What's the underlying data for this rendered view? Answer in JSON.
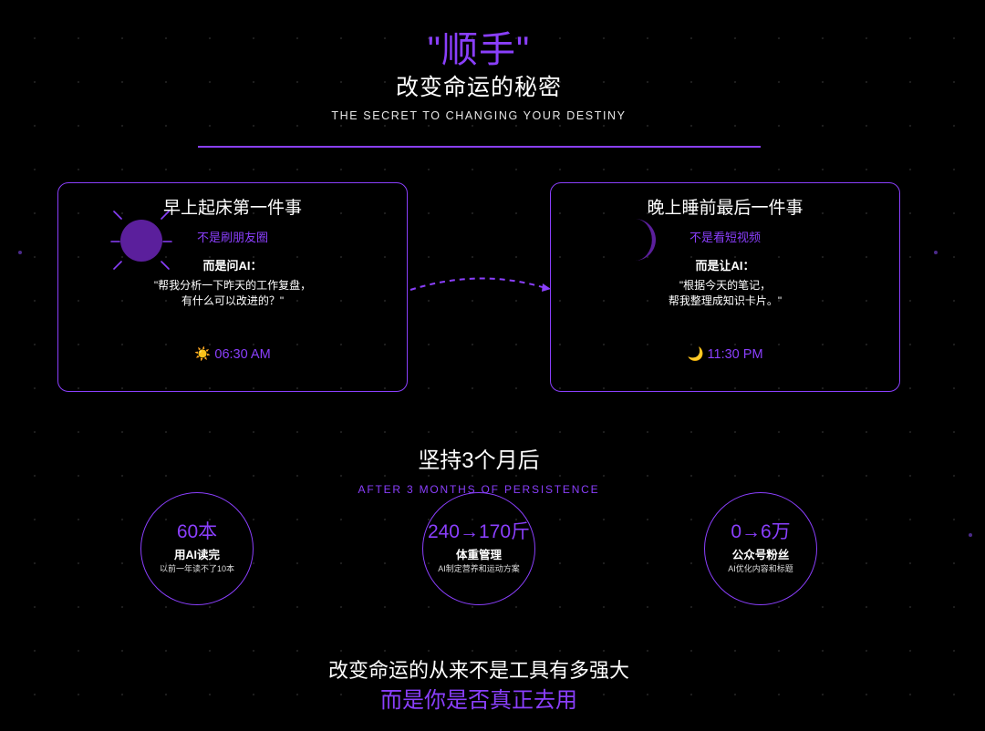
{
  "header": {
    "quote_title": "\"顺手\"",
    "main_title": "改变命运的秘密",
    "subtitle_en": "THE SECRET TO CHANGING YOUR DESTINY"
  },
  "cards": {
    "morning": {
      "title": "早上起床第一件事",
      "not_text": "不是刷朋友圈",
      "but_text": "而是问AI：",
      "quote_line1": "\"帮我分析一下昨天的工作复盘，",
      "quote_line2": "有什么可以改进的？\"",
      "time_icon": "☀️",
      "time": "06:30 AM"
    },
    "night": {
      "title": "晚上睡前最后一件事",
      "not_text": "不是看短视频",
      "but_text": "而是让AI：",
      "quote_line1": "\"根据今天的笔记，",
      "quote_line2": "帮我整理成知识卡片。\"",
      "time_icon": "🌙",
      "time": "11:30 PM"
    }
  },
  "after": {
    "title": "坚持3个月后",
    "subtitle_en": "AFTER 3 MONTHS OF PERSISTENCE"
  },
  "stats": [
    {
      "big": "60本",
      "label": "用AI读完",
      "sub": "以前一年读不了10本"
    },
    {
      "big": "240→170斤",
      "label": "体重管理",
      "sub": "AI制定营养和运动方案"
    },
    {
      "big": "0→6万",
      "label": "公众号粉丝",
      "sub": "AI优化内容和标题"
    }
  ],
  "closing": {
    "line1": "改变命运的从来不是工具有多强大",
    "line2": "而是你是否真正去用"
  },
  "colors": {
    "accent": "#8a3ffc",
    "background": "#000000",
    "text": "#ffffff"
  },
  "icons": {
    "morning": "sun-icon",
    "night": "moon-icon",
    "connector": "dashed-arc-arrow"
  }
}
